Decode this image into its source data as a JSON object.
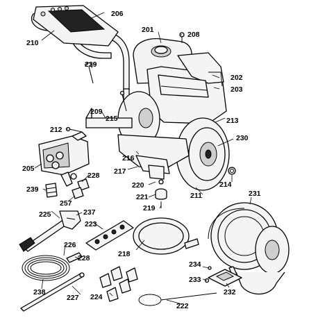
{
  "callouts": {
    "c201": "201",
    "c202": "202",
    "c203": "203",
    "c205": "205",
    "c206": "206",
    "c208": "208",
    "c209": "209",
    "c210": "210",
    "c211": "211",
    "c212": "212",
    "c213": "213",
    "c214": "214",
    "c215": "215",
    "c216": "216",
    "c217": "217",
    "c218": "218",
    "c219": "219",
    "c220": "220",
    "c221": "221",
    "c222": "222",
    "c223": "223",
    "c224": "224",
    "c225": "225",
    "c226": "226",
    "c227": "227",
    "c228a": "228",
    "c228b": "228",
    "c229": "229",
    "c230": "230",
    "c231": "231",
    "c232": "232",
    "c233": "233",
    "c234": "234",
    "c237": "237",
    "c238": "238",
    "c239": "239",
    "c257": "257"
  }
}
